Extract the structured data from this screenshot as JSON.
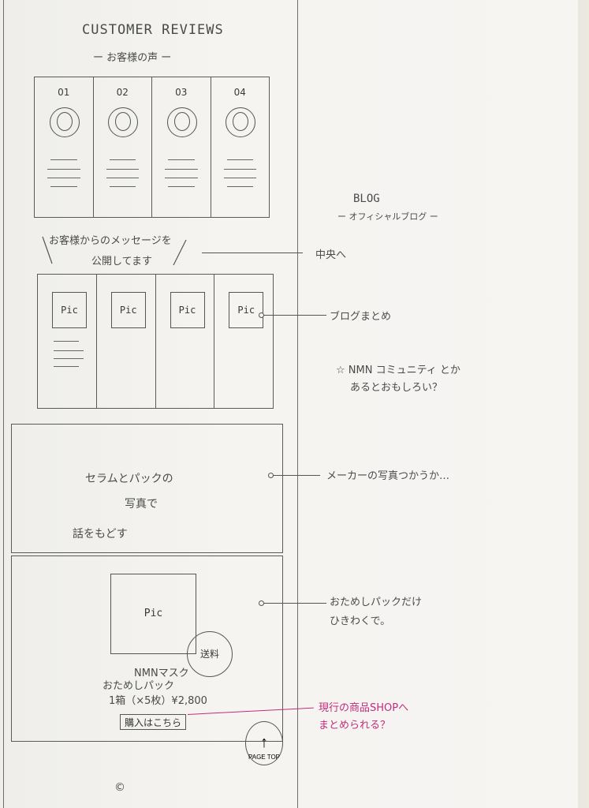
{
  "reviews": {
    "title": "CUSTOMER REVIEWS",
    "subtitle": "ー お客様の声 ー",
    "items": [
      {
        "num": "01"
      },
      {
        "num": "02"
      },
      {
        "num": "03"
      },
      {
        "num": "04"
      }
    ],
    "message_line1": "お客様からのメッセージを",
    "message_line2": "公開してます"
  },
  "blog": {
    "title": "BLOG",
    "subtitle": "ー オフィシャルブログ ー",
    "pics": [
      "Pic",
      "Pic",
      "Pic",
      "Pic"
    ]
  },
  "serum": {
    "line1": "セラムとパックの",
    "line2": "写真で",
    "line3": "話をもどす"
  },
  "product": {
    "pic": "Pic",
    "badge": "送料",
    "name": "NMNマスク",
    "sub": "おためしパック",
    "price": "1箱（×5枚）¥2,800",
    "buy": "購入はこちら"
  },
  "page_top": {
    "label": "PAGE TOP",
    "arrow": "↑"
  },
  "copyright": "©",
  "annotations": {
    "center": "中央へ",
    "blog_embed": "ブログまとめ",
    "community_line1": "☆ NMN コミュニティ とか",
    "community_line2": "あるとおもしろい？",
    "maker": "メーカーの写真つかうか…",
    "trial_line1": "おためしパックだけ",
    "trial_line2": "ひきわくで。",
    "shop_line1": "現行の商品SHOPへ",
    "shop_line2": "まとめられる？"
  }
}
